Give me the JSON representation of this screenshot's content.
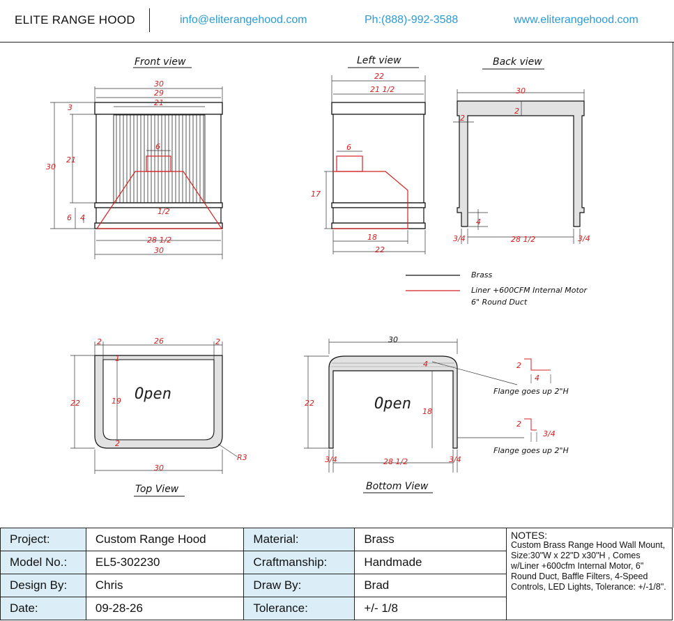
{
  "header": {
    "brand": "ELITE RANGE HOOD",
    "email": "info@eliterangehood.com",
    "phone": "Ph:(888)-992-3588",
    "website": "www.eliterangehood.com",
    "link_color": "#2b9bd6"
  },
  "views": {
    "front": {
      "title": "Front view",
      "dims": [
        "30",
        "29",
        "21",
        "6",
        "3",
        "30",
        "21",
        "6",
        "4",
        "1/2",
        "28 1/2",
        "30"
      ]
    },
    "left": {
      "title": "Left view",
      "dims": [
        "22",
        "21 1/2",
        "6",
        "17",
        "18",
        "22"
      ]
    },
    "back": {
      "title": "Back view",
      "dims": [
        "30",
        "2",
        "2",
        "4",
        "3/4",
        "28 1/2",
        "3/4"
      ]
    },
    "top": {
      "title": "Top View",
      "open_label": "Open",
      "dims": [
        "2",
        "26",
        "2",
        "22",
        "19",
        "1",
        "2",
        "R3",
        "30"
      ]
    },
    "bottom": {
      "title": "Bottom View",
      "open_label": "Open",
      "dims": [
        "30",
        "4",
        "22",
        "18",
        "3/4",
        "28 1/2",
        "3/4"
      ]
    }
  },
  "flange_details": [
    {
      "dims": [
        "2",
        "4"
      ],
      "note": "Flange goes up 2\"H"
    },
    {
      "dims": [
        "2",
        "3/4"
      ],
      "note": "Flange goes up 2\"H"
    }
  ],
  "legend": {
    "items": [
      {
        "label": "Brass",
        "color": "#111111"
      },
      {
        "label": "Liner +600CFM Internal Motor",
        "color": "#d42020"
      }
    ],
    "liner_extra": "6\" Round Duct"
  },
  "title_block": {
    "rows": [
      {
        "k1": "Project:",
        "v1": "Custom Range Hood",
        "k2": "Material:",
        "v2": "Brass"
      },
      {
        "k1": "Model No.:",
        "v1": "EL5-302230",
        "k2": "Craftmanship:",
        "v2": "Handmade"
      },
      {
        "k1": "Design By:",
        "v1": "Chris",
        "k2": "Draw By:",
        "v2": "Brad"
      },
      {
        "k1": "Date:",
        "v1": "09-28-26",
        "k2": "Tolerance:",
        "v2": "+/- 1/8"
      }
    ],
    "notes_title": "NOTES:",
    "notes_text": "Custom Brass Range Hood Wall Mount, Size:30\"W x 22\"D x30\"H , Comes w/Liner +600cfm Internal Motor, 6\" Round Duct, Baffle Filters, 4-Speed Controls, LED Lights, Tolerance: +/-1/8\"."
  }
}
